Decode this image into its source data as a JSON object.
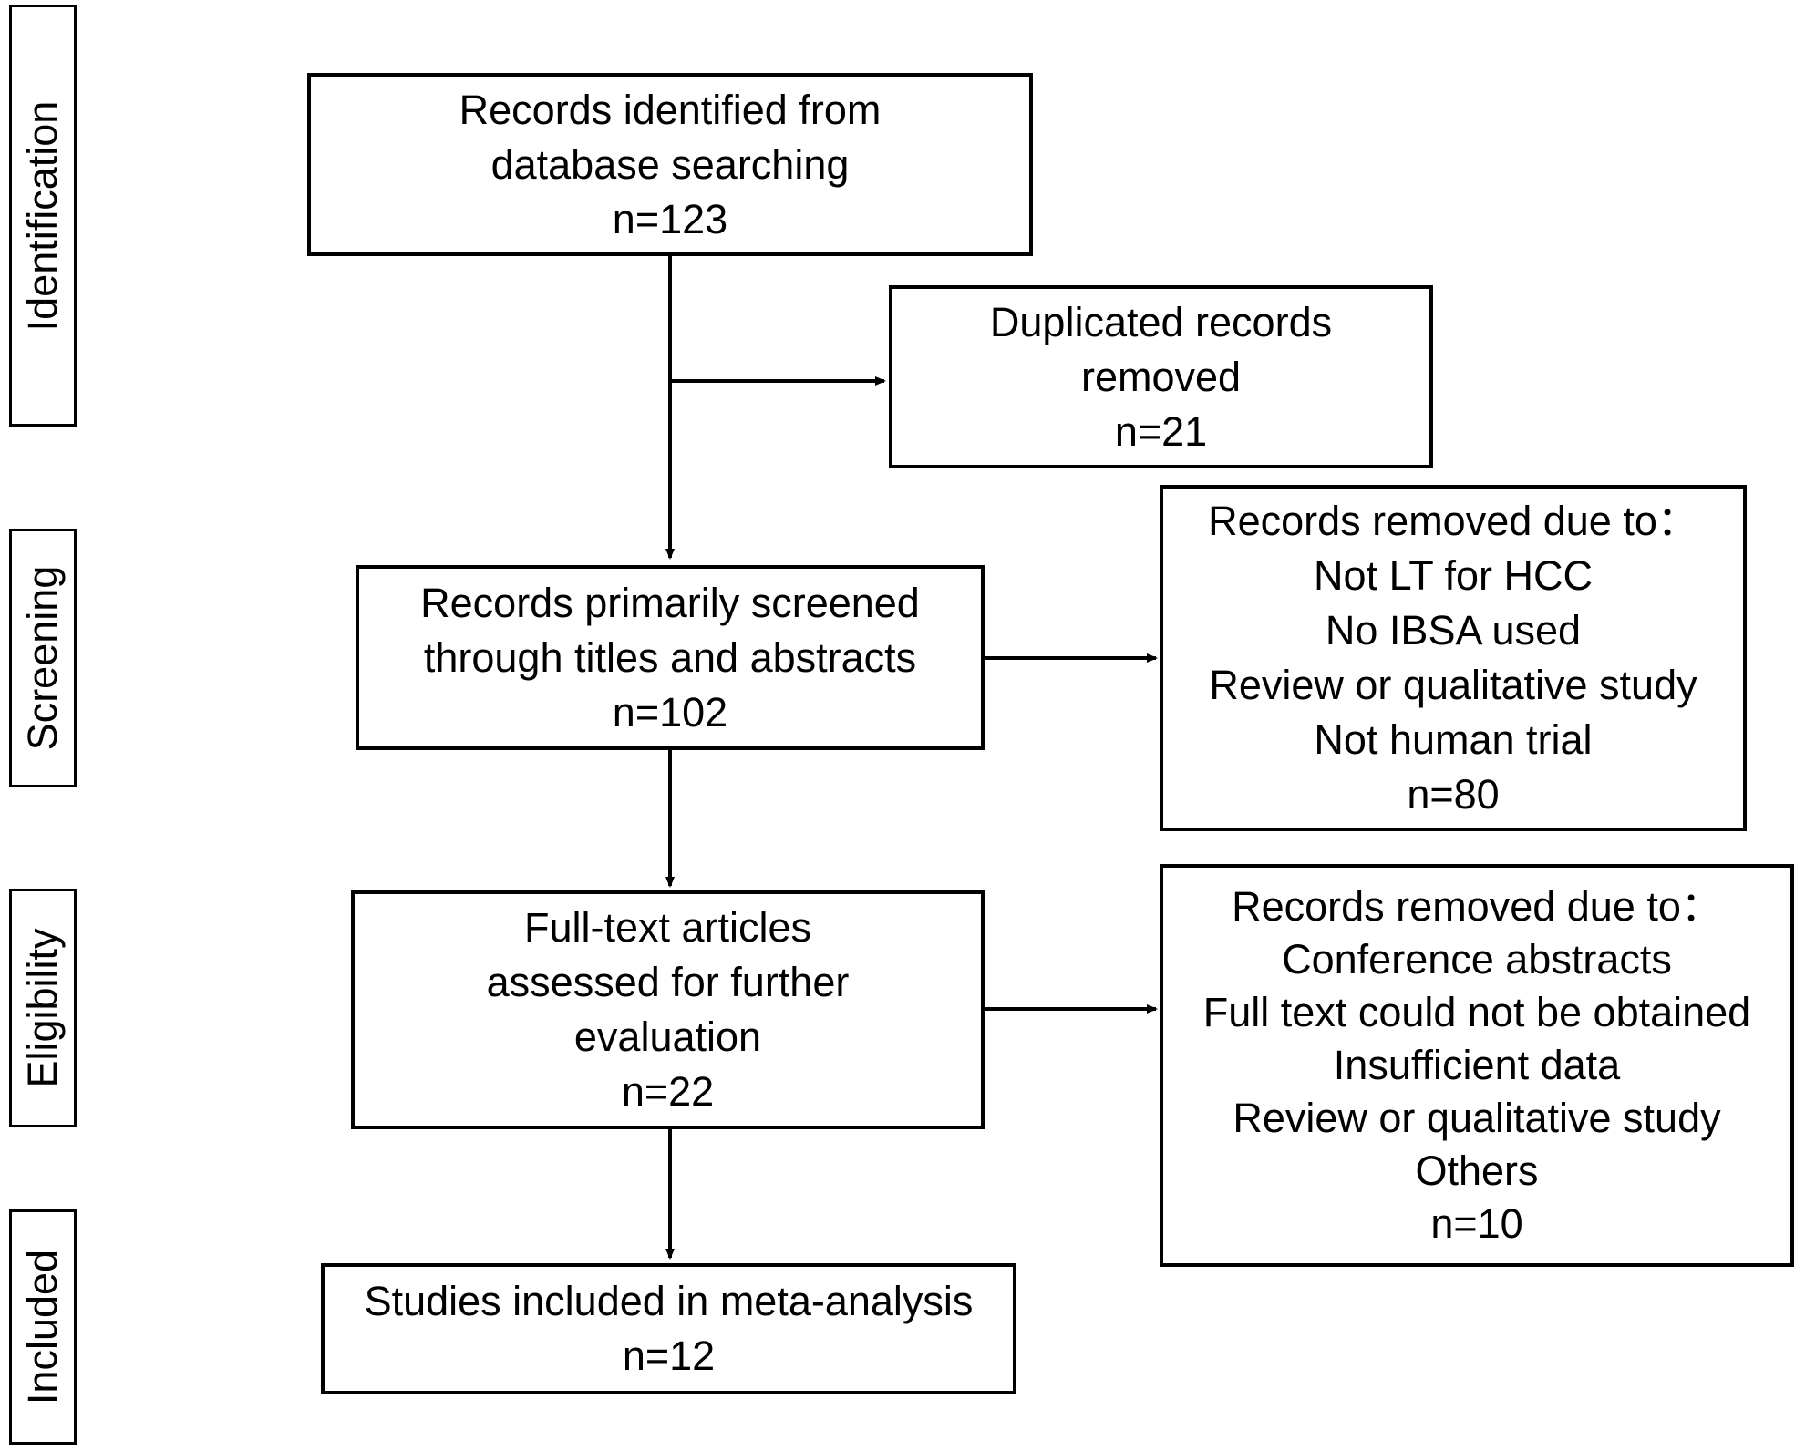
{
  "stages": {
    "identification": "Identification",
    "screening": "Screening",
    "eligibility": "Eligibility",
    "included": "Included"
  },
  "boxes": {
    "identified": {
      "lines": [
        "Records identified from",
        "database searching",
        "n=123"
      ]
    },
    "duplicates": {
      "lines": [
        "Duplicated records",
        "removed",
        "n=21"
      ]
    },
    "screened": {
      "lines": [
        "Records primarily screened",
        "through titles and abstracts",
        "n=102"
      ]
    },
    "excluded_screening": {
      "lines": [
        "Records removed due to：",
        "Not LT for HCC",
        "No IBSA used",
        "Review or qualitative study",
        "Not human trial",
        "n=80"
      ]
    },
    "fulltext": {
      "lines": [
        "Full-text articles",
        "assessed for further",
        "evaluation",
        "n=22"
      ]
    },
    "excluded_fulltext": {
      "lines": [
        "Records removed due to：",
        "Conference abstracts",
        "Full text could not be obtained",
        "Insufficient data",
        "Review or qualitative study",
        "Others",
        "n=10"
      ]
    },
    "included": {
      "lines": [
        "Studies included in meta-analysis",
        "n=12"
      ]
    }
  }
}
